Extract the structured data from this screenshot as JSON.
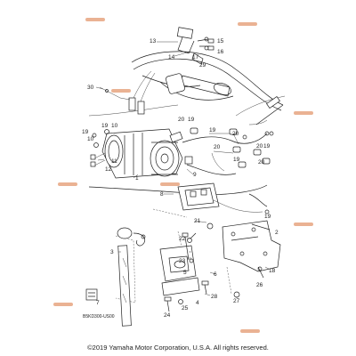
{
  "diagram": {
    "refcode": "B5KD300-US00",
    "copyright": "©2019 Yamaha Motor Corporation, U.S.A. All rights reserved.",
    "callouts": {
      "c13": "13",
      "c15": "15",
      "c16": "16",
      "c14": "14",
      "c17": "17",
      "c29": "29",
      "c30": "30",
      "c19a": "19",
      "c10a": "10",
      "c20a": "20",
      "c19b": "19",
      "c19c": "19",
      "c10b": "10",
      "c11": "11",
      "c12": "12",
      "c1": "1",
      "c19d": "19",
      "c20b": "20",
      "c20c": "20",
      "c19e": "19",
      "c20d": "20",
      "c19f": "19",
      "c20e": "20",
      "c9": "9",
      "c8": "8",
      "c21": "21",
      "c2": "2",
      "c22": "22",
      "c19g": "19",
      "c3": "3",
      "c23": "23",
      "c18": "18",
      "c5": "5",
      "c26": "26",
      "c6": "6",
      "c28": "28",
      "c27": "27",
      "c4": "4",
      "c25": "25",
      "c24": "24",
      "c7": "7"
    }
  }
}
